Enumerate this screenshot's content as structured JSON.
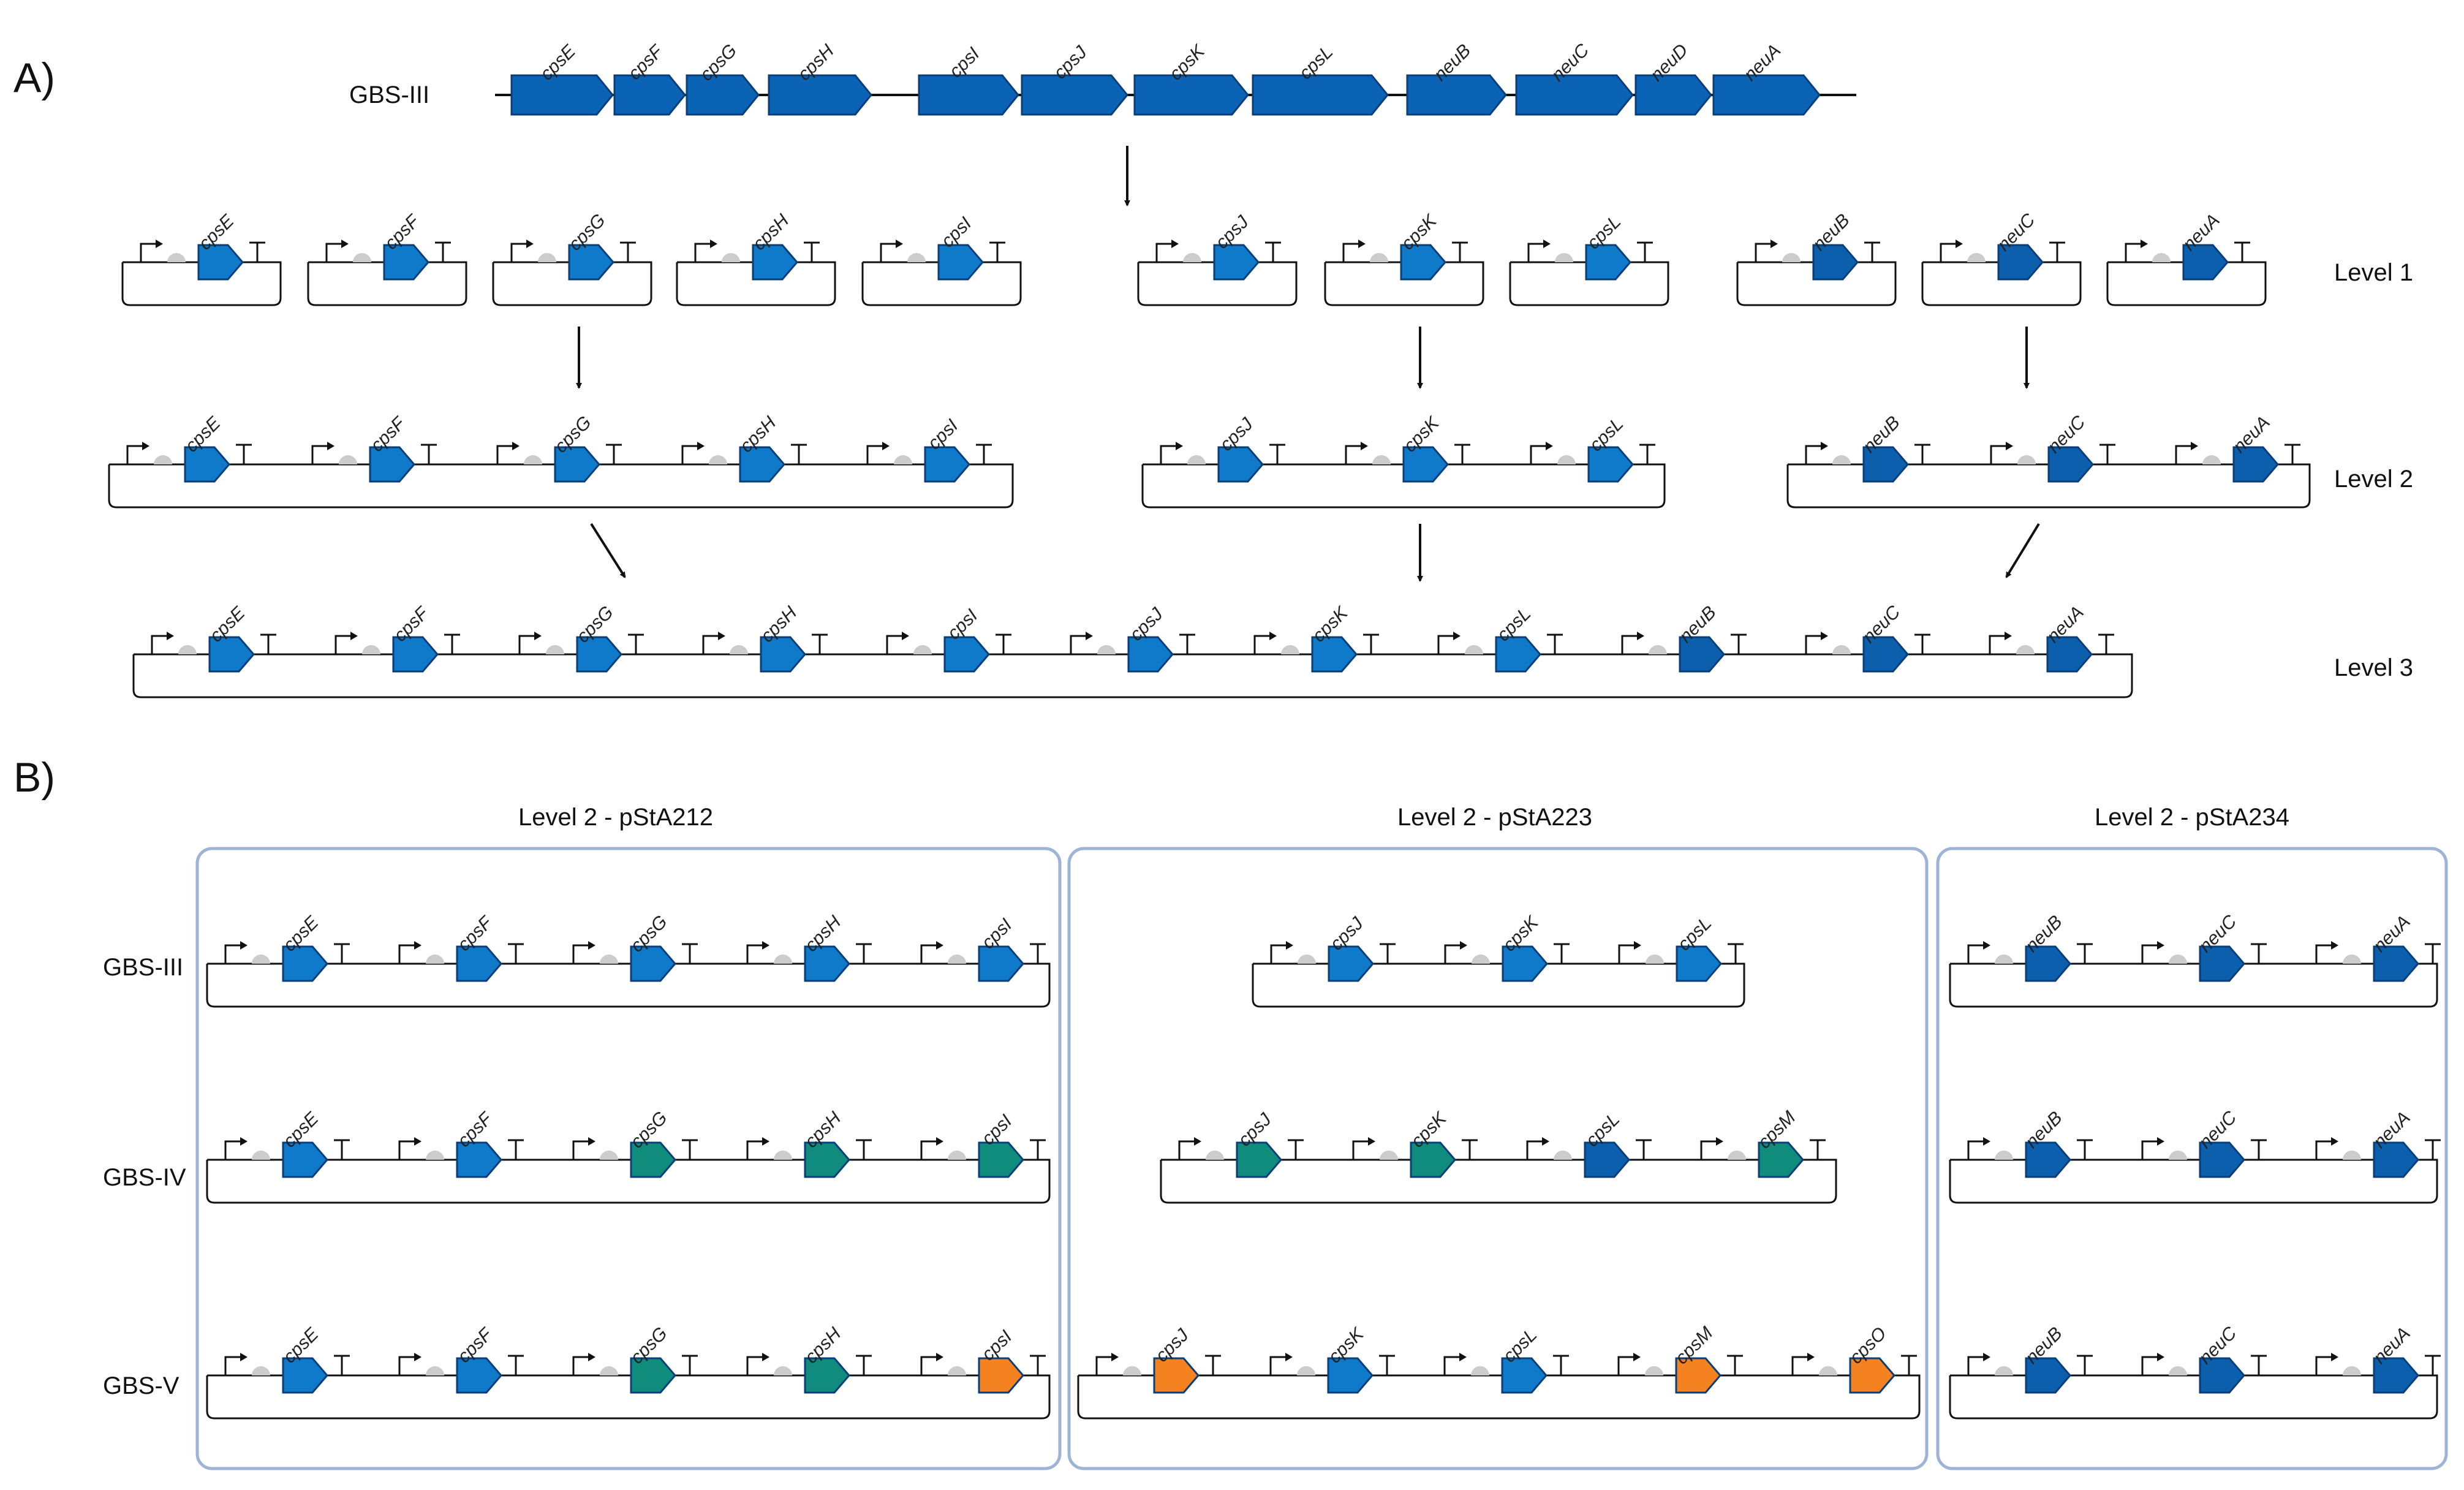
{
  "colors": {
    "blue": "#0f7ac9",
    "dark_blue": "#0b5fad",
    "teal": "#108c7c",
    "orange": "#f58220",
    "outline": "#0a3e78",
    "rbs": "#cccccc",
    "panel_border": "#9db4d8"
  },
  "panel_a": {
    "label": "A)",
    "operon_name": "GBS-III",
    "operon_genes": [
      "cpsE",
      "cpsF",
      "cpsG",
      "cpsH",
      "cpsI",
      "cpsJ",
      "cpsK",
      "cpsL",
      "neuB",
      "neuC",
      "neuD",
      "neuA"
    ],
    "levels": [
      "Level 1",
      "Level 2",
      "Level 3"
    ],
    "level1_groups": [
      [
        "cpsE",
        "cpsF",
        "cpsG",
        "cpsH",
        "cpsI"
      ],
      [
        "cpsJ",
        "cpsK",
        "cpsL"
      ],
      [
        "neuB",
        "neuC",
        "neuA"
      ]
    ],
    "level3_genes": [
      "cpsE",
      "cpsF",
      "cpsG",
      "cpsH",
      "cpsI",
      "cpsJ",
      "cpsK",
      "cpsL",
      "neuB",
      "neuC",
      "neuA"
    ]
  },
  "panel_b": {
    "label": "B)",
    "box_titles": [
      "Level 2 - pStA212",
      "Level 2 - pStA223",
      "Level 2 - pStA234"
    ],
    "rows": [
      {
        "name": "GBS-III",
        "constructs": [
          {
            "genes": [
              [
                "cpsE",
                "blue"
              ],
              [
                "cpsF",
                "blue"
              ],
              [
                "cpsG",
                "blue"
              ],
              [
                "cpsH",
                "blue"
              ],
              [
                "cpsI",
                "blue"
              ]
            ]
          },
          {
            "genes": [
              [
                "cpsJ",
                "blue"
              ],
              [
                "cpsK",
                "blue"
              ],
              [
                "cpsL",
                "blue"
              ]
            ]
          },
          {
            "genes": [
              [
                "neuB",
                "dark_blue"
              ],
              [
                "neuC",
                "dark_blue"
              ],
              [
                "neuA",
                "dark_blue"
              ]
            ]
          }
        ]
      },
      {
        "name": "GBS-IV",
        "constructs": [
          {
            "genes": [
              [
                "cpsE",
                "blue"
              ],
              [
                "cpsF",
                "blue"
              ],
              [
                "cpsG",
                "teal"
              ],
              [
                "cpsH",
                "teal"
              ],
              [
                "cpsI",
                "teal"
              ]
            ]
          },
          {
            "genes": [
              [
                "cpsJ",
                "teal"
              ],
              [
                "cpsK",
                "teal"
              ],
              [
                "cpsL",
                "dark_blue"
              ],
              [
                "cpsM",
                "teal"
              ]
            ]
          },
          {
            "genes": [
              [
                "neuB",
                "dark_blue"
              ],
              [
                "neuC",
                "dark_blue"
              ],
              [
                "neuA",
                "dark_blue"
              ]
            ]
          }
        ]
      },
      {
        "name": "GBS-V",
        "constructs": [
          {
            "genes": [
              [
                "cpsE",
                "blue"
              ],
              [
                "cpsF",
                "blue"
              ],
              [
                "cpsG",
                "teal"
              ],
              [
                "cpsH",
                "teal"
              ],
              [
                "cpsI",
                "orange"
              ]
            ]
          },
          {
            "genes": [
              [
                "cpsJ",
                "orange"
              ],
              [
                "cpsK",
                "blue"
              ],
              [
                "cpsL",
                "blue"
              ],
              [
                "cpsM",
                "orange"
              ],
              [
                "cpsO",
                "orange"
              ]
            ]
          },
          {
            "genes": [
              [
                "neuB",
                "dark_blue"
              ],
              [
                "neuC",
                "dark_blue"
              ],
              [
                "neuA",
                "dark_blue"
              ]
            ]
          }
        ]
      }
    ]
  }
}
